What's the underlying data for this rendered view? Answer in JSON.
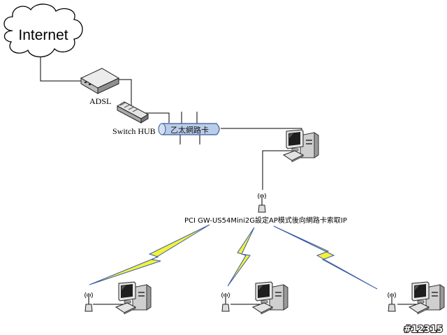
{
  "labels": {
    "internet": "Internet",
    "adsl": "ADSL",
    "switch_hub": "Switch HUB",
    "ethernet_card": "乙太網路卡",
    "ap_caption": "PCI GW-US54Mini2G設定AP模式後向網路卡索取IP",
    "watermark": "#12315"
  },
  "colors": {
    "link_line": "#000000",
    "wireless_blue": "#3a5aa8",
    "wireless_yellow": "#f2f23a",
    "bus_fill": "#b9cdea",
    "bus_stroke": "#3a5a9c",
    "device_fill": "#dcdcdc"
  },
  "icons": [
    "cloud-icon",
    "modem-icon",
    "switch-icon",
    "computer-icon",
    "antenna-icon",
    "lightning-icon"
  ]
}
